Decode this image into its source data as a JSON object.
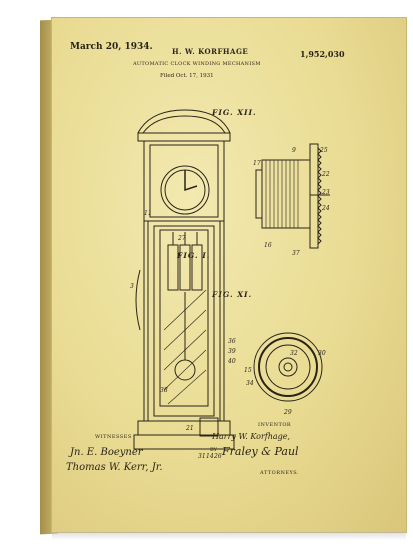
{
  "header": {
    "date": "March 20, 1934.",
    "inventor_name": "H. W. KORFHAGE",
    "patent_number": "1,952,030",
    "title": "AUTOMATIC CLOCK WINDING MECHANISM",
    "filed": "Filed Oct. 17, 1931"
  },
  "figures": {
    "fig12": "FIG. XII.",
    "fig1": "FIG. I.",
    "fig11": "FIG. XI."
  },
  "labels": {
    "witnesses": "WITNESSES",
    "inventor": "INVENTOR",
    "inventor_signature": "Harry W. Korfhage,",
    "by": "BY",
    "attorneys": "ATTORNEYS."
  },
  "signatures": {
    "witness_1": "Jn. E. Boeyner",
    "witness_2": "Thomas W. Kerr, Jr.",
    "attorney": "Fraley & Paul"
  },
  "reference_numerals": {
    "n9": "9",
    "n25": "25",
    "n22": "22",
    "n23": "23",
    "n24": "24",
    "n17": "17",
    "n16": "16",
    "n37": "37",
    "n11": "11",
    "n3": "3",
    "n36": "36",
    "n39": "39",
    "n40": "40",
    "n21": "21",
    "n31": "31",
    "n14": "14",
    "n26": "26",
    "n32": "32",
    "n30": "30",
    "n15": "15",
    "n29": "29",
    "n34": "34",
    "n27": "27",
    "n38": "38"
  },
  "colors": {
    "paper": "#efe4a6",
    "ink": "#2a2418"
  }
}
